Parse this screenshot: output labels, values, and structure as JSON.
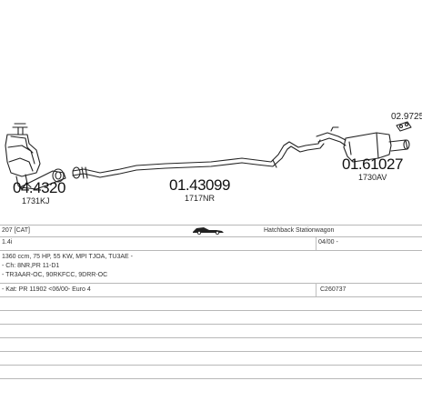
{
  "parts": [
    {
      "number": "04.4320",
      "code": "1731KJ"
    },
    {
      "number": "01.43099",
      "code": "1717NR"
    },
    {
      "number": "01.61027",
      "code": "1730AV"
    },
    {
      "number": "02.9725"
    }
  ],
  "specs": {
    "model": "207 [CAT]",
    "body_types": "Hatchback Stationwagon",
    "engine": "1.4i",
    "year": "04/00 -",
    "power": "1360 ccm, 75 HP, 55 KW, MPI TJOA, TU3AE -",
    "engine_code": "- Ch: 8NR,PR 11-D1",
    "variant": "- TR3AAR-OC, 90RKFCC, 9DRR-OC",
    "catalyst": "- Kat: PR 11902 <06/00- Euro 4",
    "cat_code": "C260737"
  },
  "colors": {
    "line": "#222222",
    "grid": "#b8b8b8",
    "text": "#111111"
  }
}
